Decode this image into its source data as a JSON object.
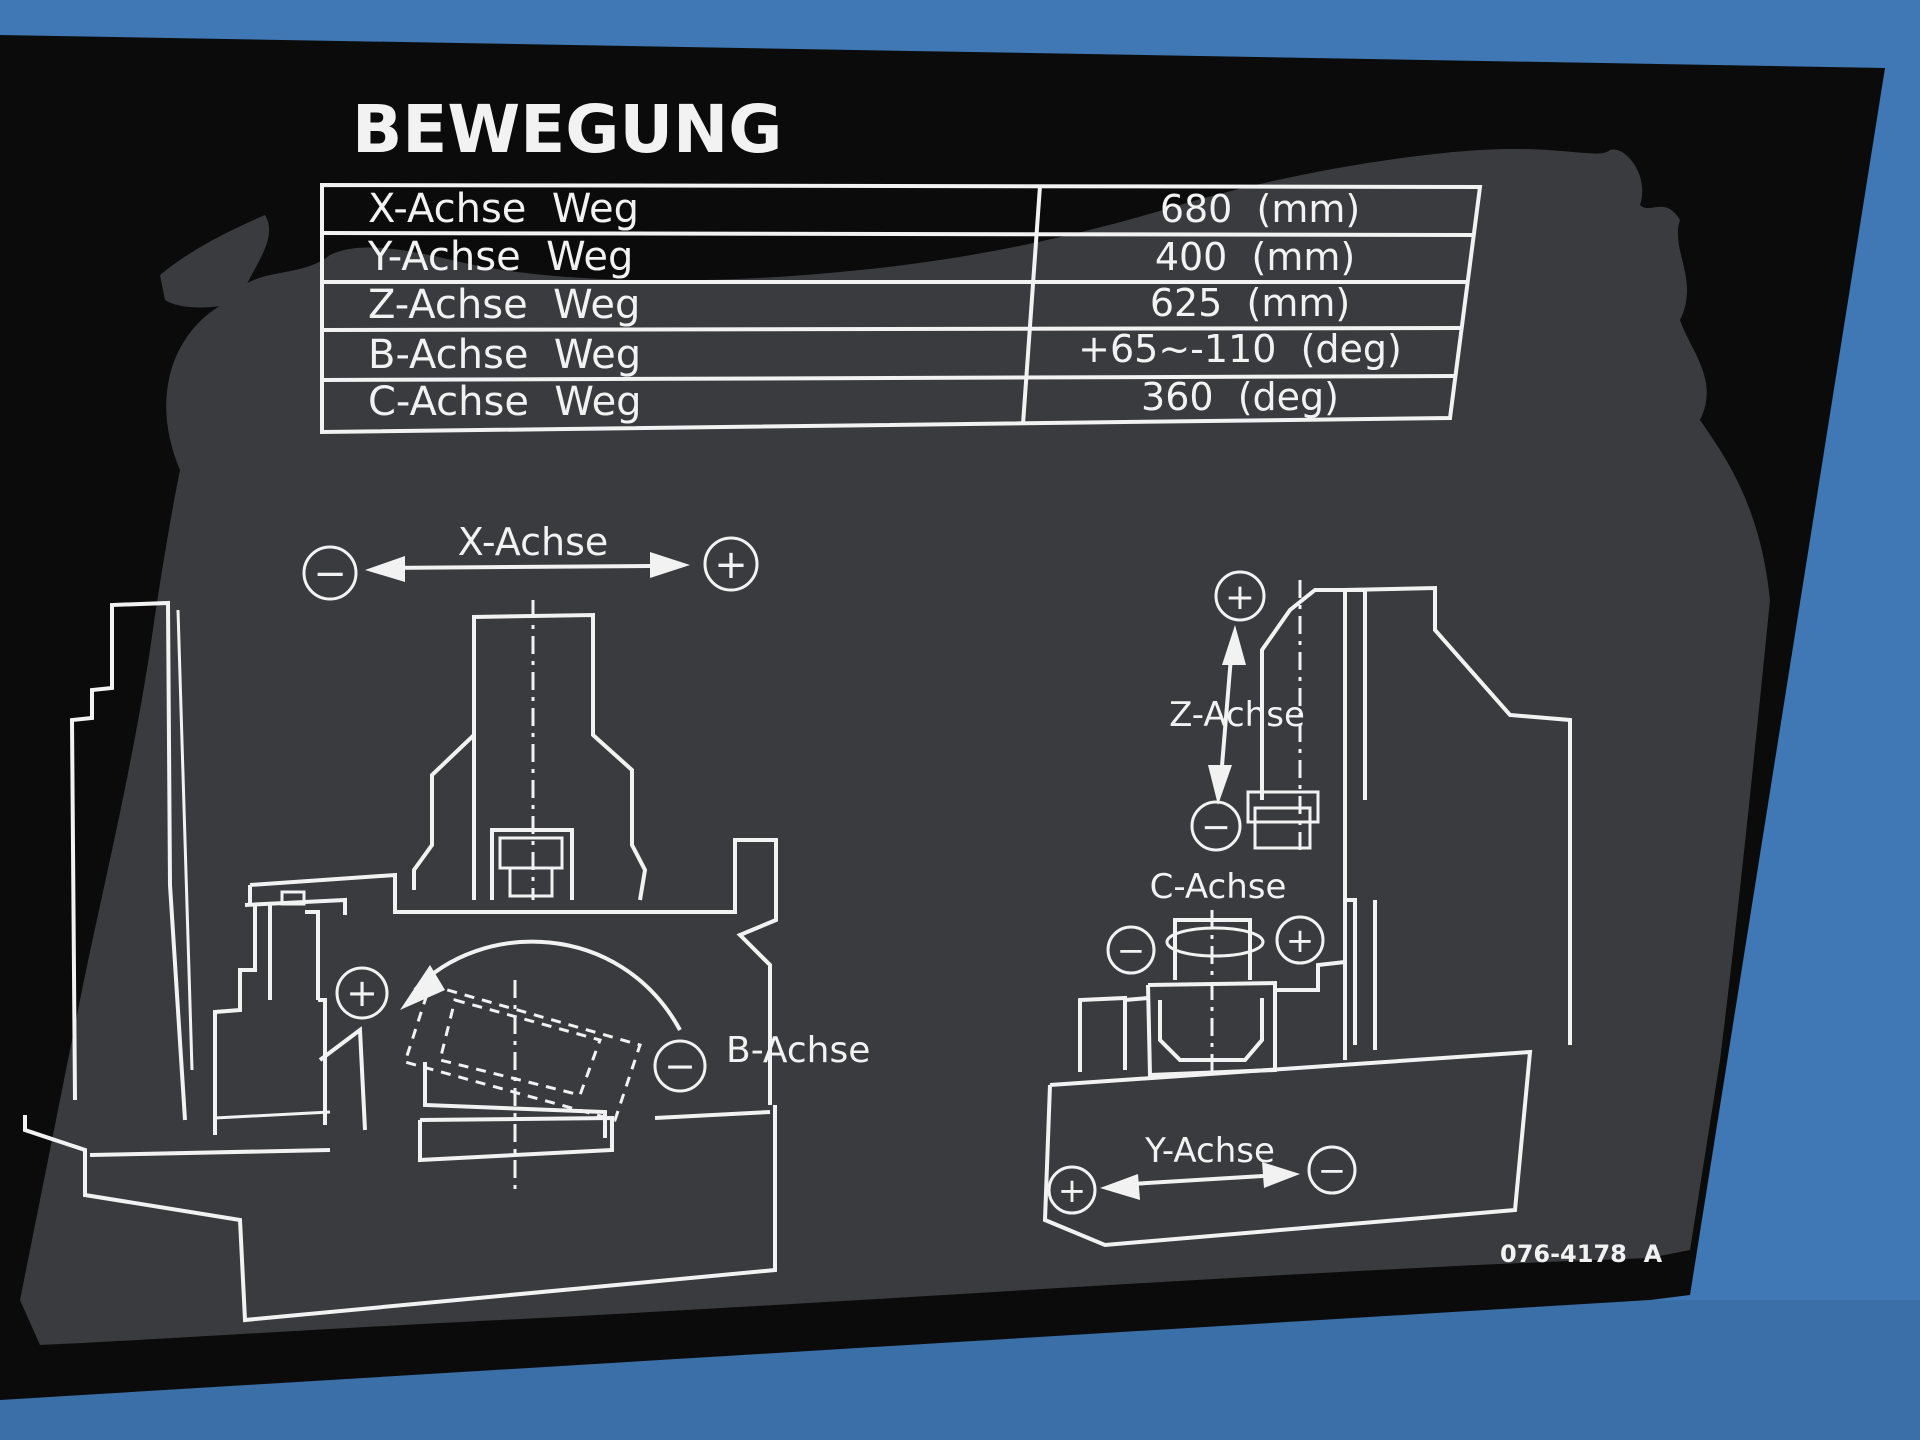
{
  "title": "BEWEGUNG",
  "table": {
    "rows": [
      {
        "axis": "X-Achse  Weg",
        "value": "680  (mm)"
      },
      {
        "axis": "Y-Achse  Weg",
        "value": "400  (mm)"
      },
      {
        "axis": "Z-Achse  Weg",
        "value": "625  (mm)"
      },
      {
        "axis": "B-Achse  Weg",
        "value": "+65~-110  (deg)"
      },
      {
        "axis": "C-Achse  Weg",
        "value": "360  (deg)"
      }
    ]
  },
  "diagram_labels": {
    "x_axis": "X-Achse",
    "b_axis": "B-Achse",
    "z_axis": "Z-Achse",
    "c_axis": "C-Achse",
    "y_axis": "Y-Achse",
    "plus": "+",
    "minus": "−"
  },
  "part_number": "076-4178  A",
  "colors": {
    "machine_blue": "#3f78b4",
    "plate_black": "#0b0b0c",
    "plate_grey": "#3a3b3e",
    "print_white": "#f2f2f2"
  }
}
